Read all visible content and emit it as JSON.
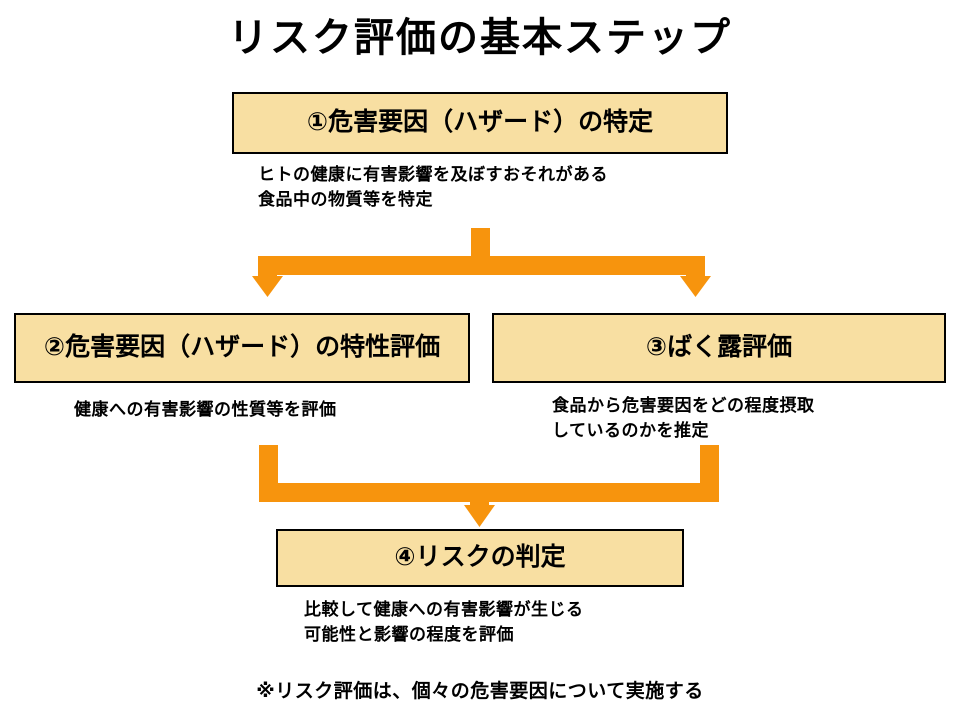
{
  "slide": {
    "title": "リスク評価の基本ステップ",
    "footnote": "※リスク評価は、個々の危害要因について実施する",
    "accent_color": "#f7940d",
    "box_fill_color": "#f8dfa2",
    "box_border_color": "#000000",
    "text_color": "#000000",
    "background_color": "#ffffff"
  },
  "steps": [
    {
      "number": "①",
      "label": "①危害要因（ハザード）の特定",
      "caption": "ヒトの健康に有害影響を及ぼすおそれがある\n食品中の物質等を特定"
    },
    {
      "number": "②",
      "label": "②危害要因（ハザード）の特性評価",
      "caption": "健康への有害影響の性質等を評価"
    },
    {
      "number": "③",
      "label": "③ばく露評価",
      "caption": "食品から危害要因をどの程度摂取\nしているのかを推定"
    },
    {
      "number": "④",
      "label": "④リスクの判定",
      "caption": "比較して健康への有害影響が生じる\n可能性と影響の程度を評価"
    }
  ],
  "connectors": [
    {
      "name": "split-arrow-step1-to-steps2and3",
      "kind": "split-down",
      "from": "①危害要因（ハザード）の特定",
      "to": [
        "②危害要因（ハザード）の特性評価",
        "③ばく露評価"
      ]
    },
    {
      "name": "merge-arrow-steps2and3-to-step4",
      "kind": "merge-down",
      "from": [
        "②危害要因（ハザード）の特性評価",
        "③ばく露評価"
      ],
      "to": "④リスクの判定"
    }
  ]
}
